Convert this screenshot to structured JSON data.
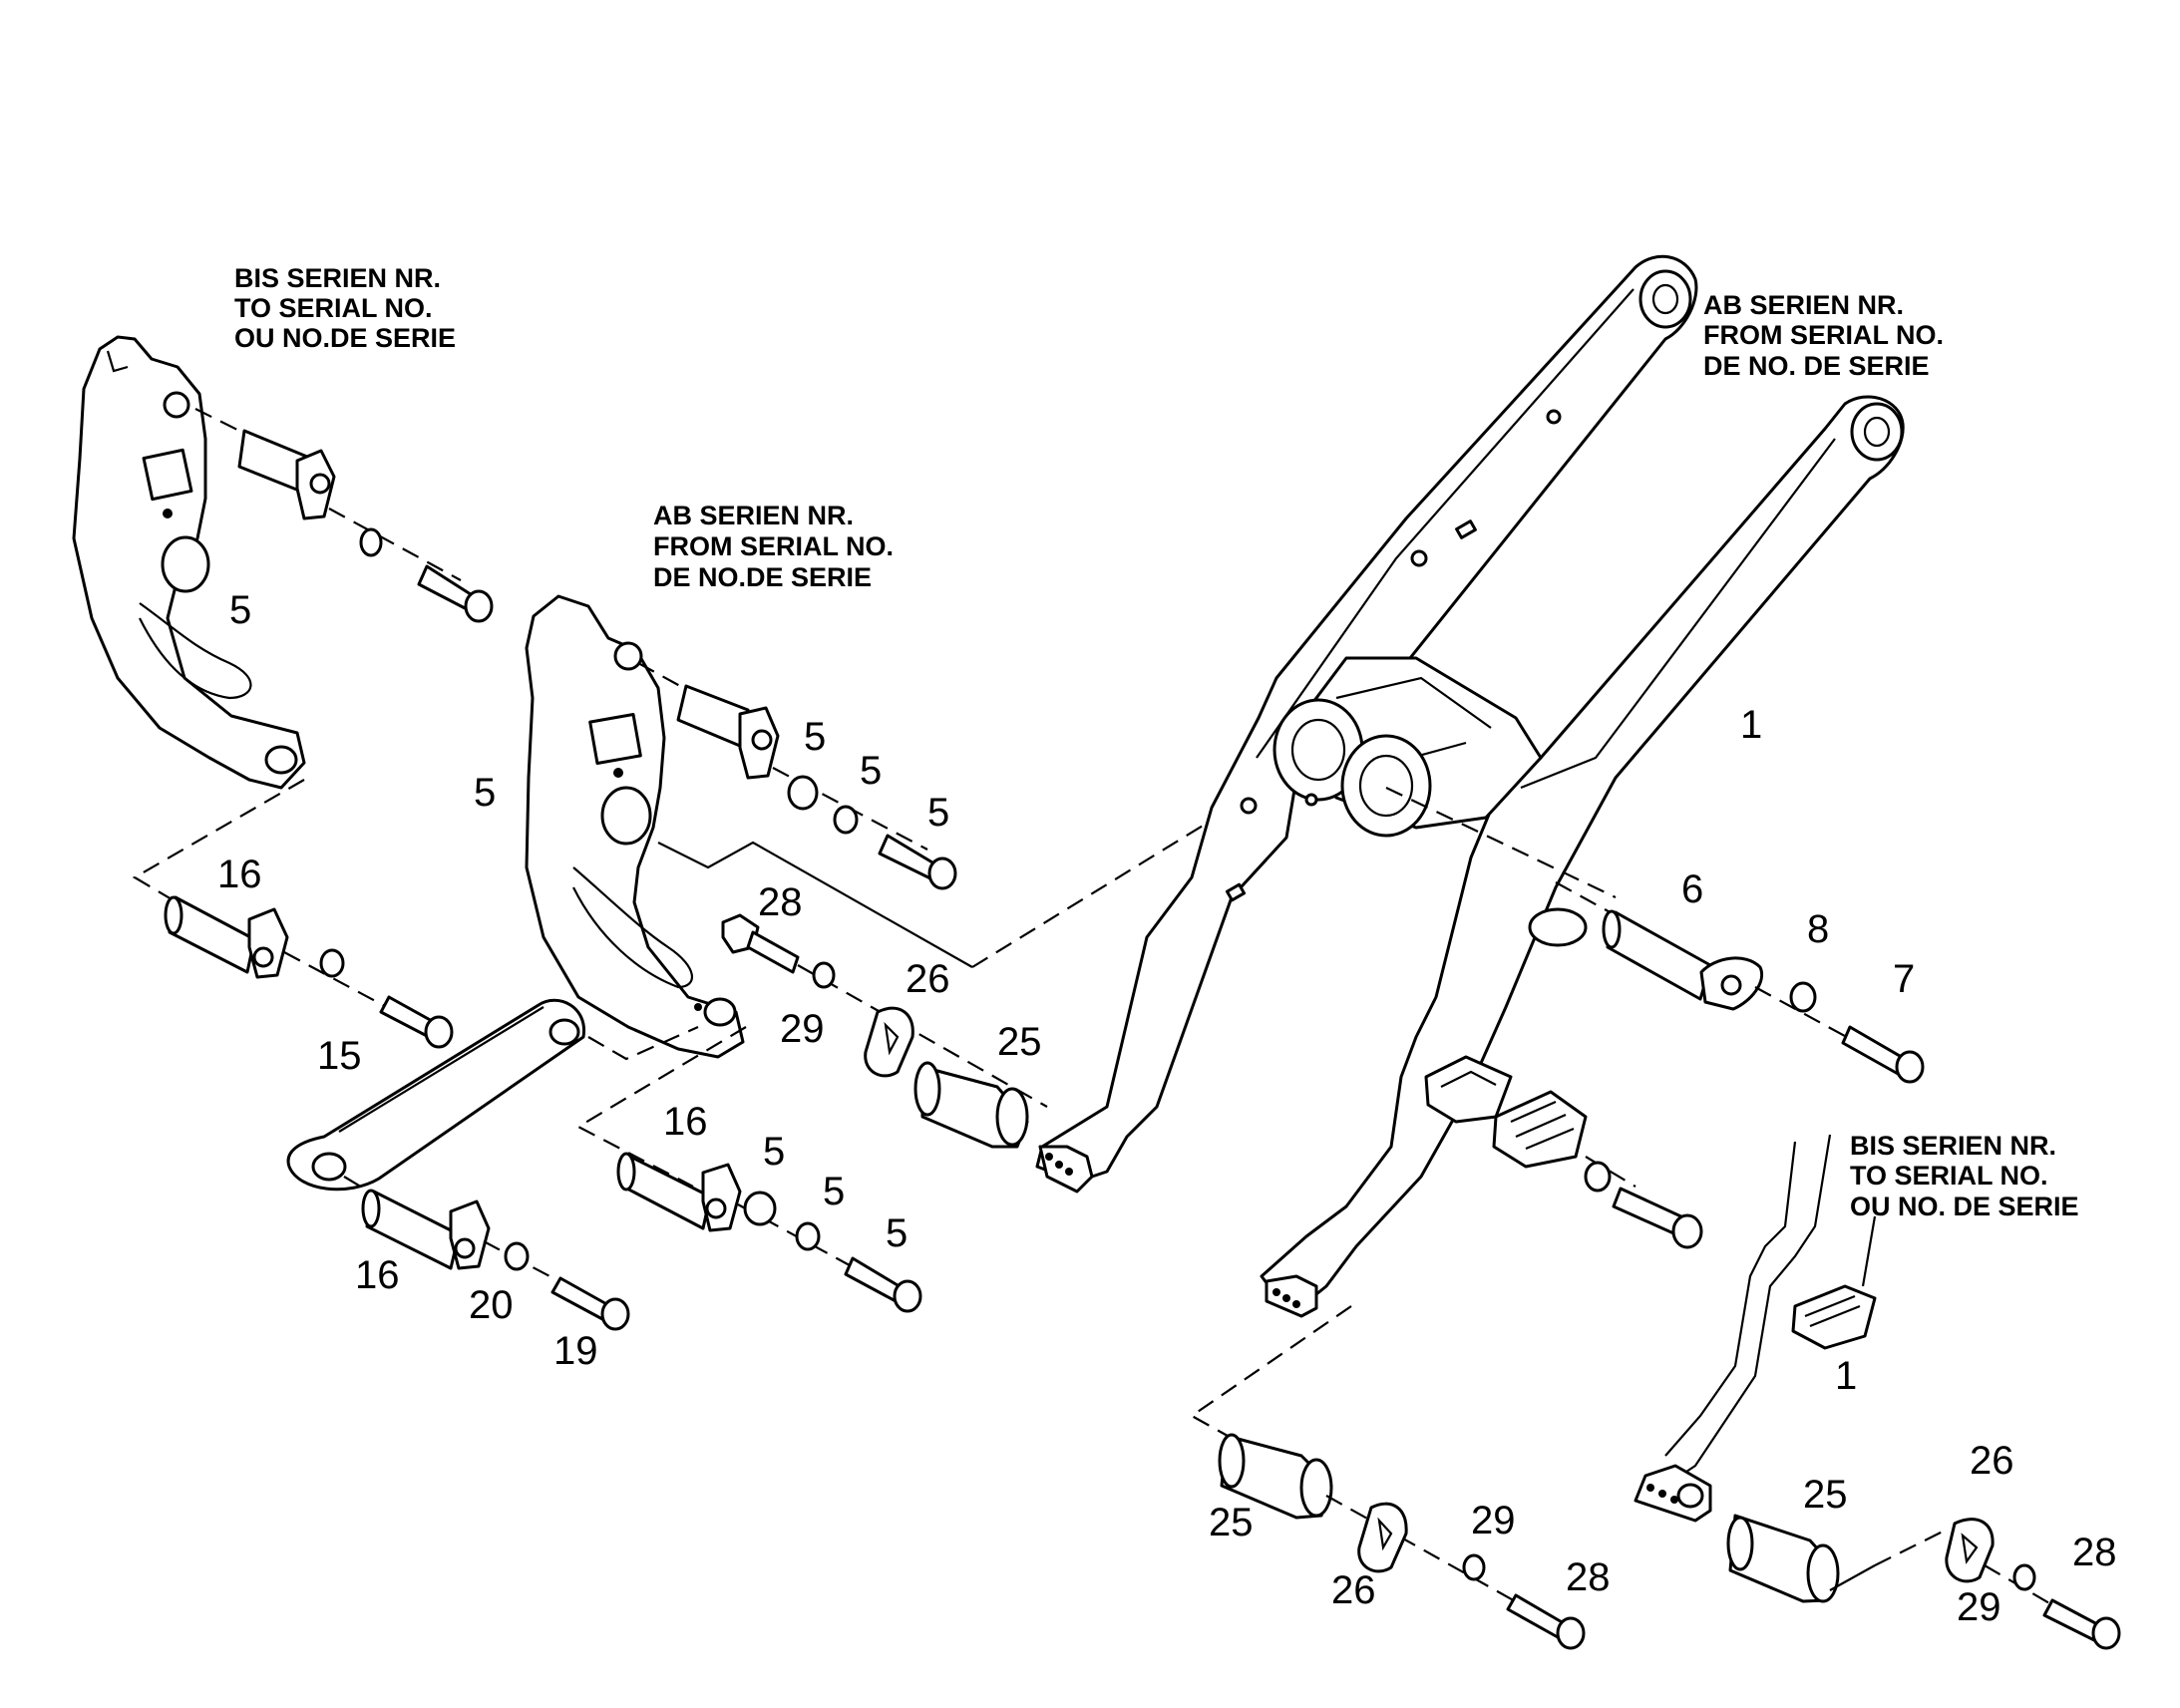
{
  "notes": {
    "left_top": [
      "BIS SERIEN NR.",
      "TO SERIAL NO.",
      "OU NO.DE SERIE"
    ],
    "middle": [
      "AB SERIEN NR.",
      "FROM SERIAL NO.",
      "DE NO.DE SERIE"
    ],
    "right_top": [
      "AB SERIEN NR.",
      "FROM SERIAL NO.",
      "DE NO. DE SERIE"
    ],
    "right_bottom": [
      "BIS SERIEN NR.",
      "TO SERIAL NO.",
      "OU NO. DE SERIE"
    ]
  },
  "callouts": {
    "bracket_old": "5",
    "bracket_new": "5",
    "spacer_new": "5",
    "washer_new": "5",
    "bolt_new": "5",
    "pin_link_upper": "16",
    "link": "15",
    "pin_link_lower": "16",
    "washer_link": "20",
    "bolt_link": "19",
    "pin_bracket_lower": "16",
    "spacer_lower": "5",
    "washer_lower": "5",
    "bolt_lower": "5",
    "bolt_28_mid": "28",
    "disc_26_mid": "26",
    "washer_29_mid": "29",
    "bush_25_mid": "25",
    "boom_frame": "1",
    "pin_6": "6",
    "washer_8": "8",
    "bolt_7": "7",
    "bush_25_low": "25",
    "disc_26_low": "26",
    "washer_29_low": "29",
    "bolt_28_low": "28",
    "boom_old_frame": "1",
    "bush_25_right": "25",
    "disc_26_right": "26",
    "washer_29_right": "29",
    "bolt_28_right": "28"
  }
}
